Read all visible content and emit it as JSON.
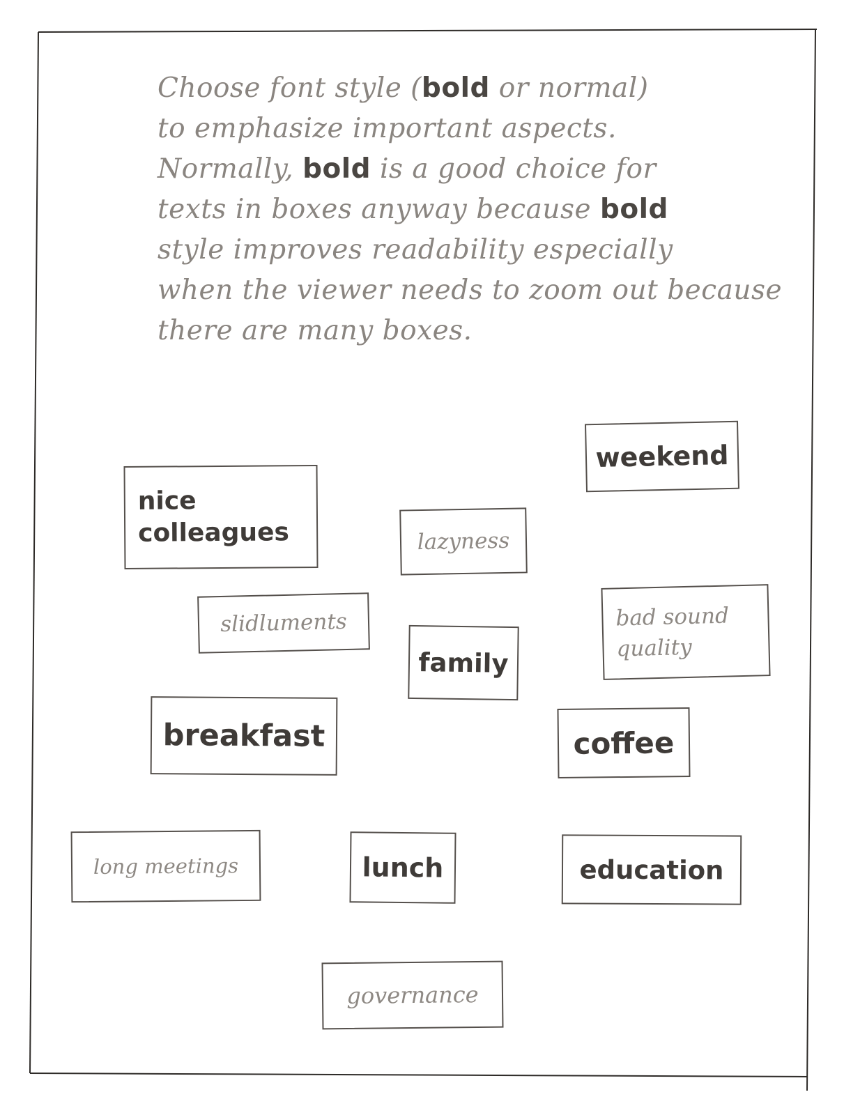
{
  "instructions": {
    "lines": [
      [
        "Choose font style (",
        {
          "em": "bold"
        },
        " or normal)"
      ],
      [
        "to emphasize important aspects."
      ],
      [
        "Normally, ",
        {
          "em": "bold"
        },
        " is a good choice for"
      ],
      [
        "texts in boxes anyway because ",
        {
          "em": "bold"
        }
      ],
      [
        "style improves readability especially"
      ],
      [
        "when the viewer needs to zoom out because"
      ],
      [
        "there are many boxes."
      ]
    ]
  },
  "stickies": [
    {
      "id": "nice-colleagues",
      "label": "nice\ncolleagues",
      "style": "bold"
    },
    {
      "id": "weekend",
      "label": "weekend",
      "style": "bold"
    },
    {
      "id": "lazyness",
      "label": "lazyness",
      "style": "normal"
    },
    {
      "id": "slidluments",
      "label": "slidluments",
      "style": "normal"
    },
    {
      "id": "bad-sound-quality",
      "label": "bad sound\nquality",
      "style": "normal"
    },
    {
      "id": "family",
      "label": "family",
      "style": "bold"
    },
    {
      "id": "breakfast",
      "label": "breakfast",
      "style": "bold"
    },
    {
      "id": "coffee",
      "label": "coffee",
      "style": "bold"
    },
    {
      "id": "long-meetings",
      "label": "long meetings",
      "style": "normal"
    },
    {
      "id": "lunch",
      "label": "lunch",
      "style": "bold"
    },
    {
      "id": "education",
      "label": "education",
      "style": "bold"
    },
    {
      "id": "governance",
      "label": "governance",
      "style": "normal"
    }
  ],
  "colors": {
    "ink_dark": "#3f3b38",
    "ink_light": "#8e8984",
    "box_stroke": "#55504c",
    "paper": "#ffffff"
  }
}
